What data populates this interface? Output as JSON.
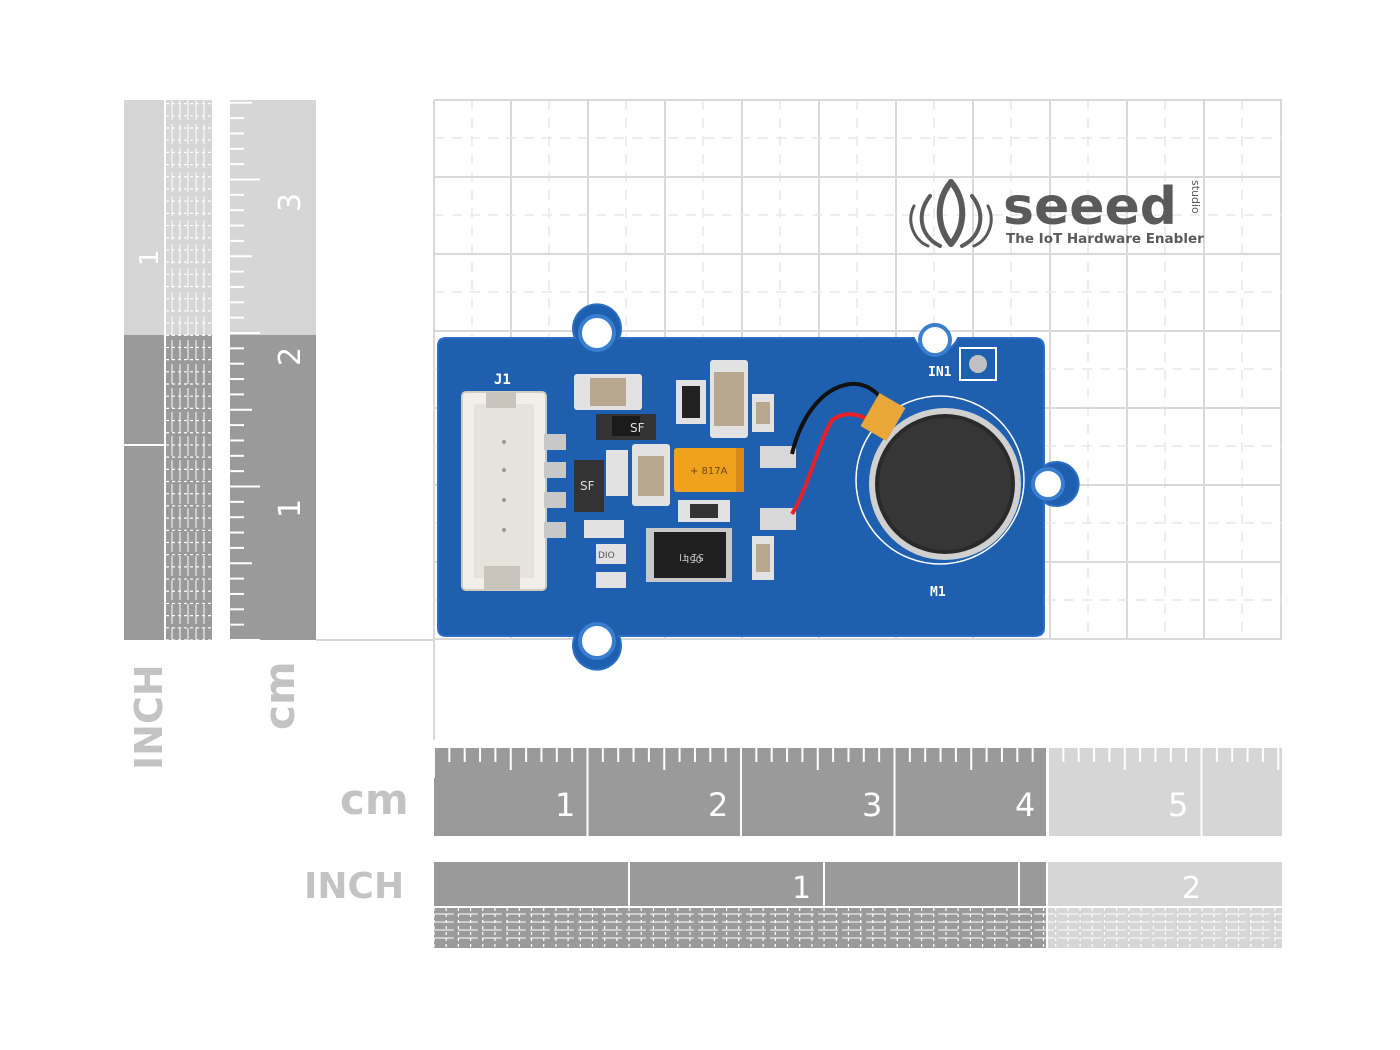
{
  "scene": {
    "background": "#ffffff",
    "grid_color": "#d9d9d9",
    "ruler_dark": "#9a9a9a",
    "ruler_light": "#d6d6d6",
    "ruler_text": "#ffffff",
    "unit_text_color": "#c3c3c3"
  },
  "logo": {
    "brand": "seeed",
    "superscript": "studio",
    "tagline": "The IoT Hardware Enabler",
    "icon": "seeed-leaf-icon",
    "color": "#5a5a5a"
  },
  "left_rulers": {
    "inch_unit": "INCH",
    "cm_unit": "cm",
    "inch_labels": [
      "1"
    ],
    "cm_labels": [
      "1",
      "2",
      "3"
    ]
  },
  "bottom_rulers": {
    "cm_unit": "cm",
    "inch_unit": "INCH",
    "cm_labels": [
      "1",
      "2",
      "3",
      "4",
      "5"
    ],
    "inch_labels": [
      "1",
      "2"
    ]
  },
  "board": {
    "pcb_color": "#1f5fb0",
    "connector_label": "J1",
    "input_label": "IN1",
    "motor_label": "M1",
    "chip_marking_1": "51 TI",
    "chip_marking_2": "05L",
    "diode_marking_1": "SF",
    "diode_marking_2": "SF",
    "capacitor_marking": "+ 817A",
    "resistor_label": "DIO",
    "icons": [
      "grove-connector-icon",
      "vibration-motor-icon",
      "ic-chip-icon"
    ]
  }
}
